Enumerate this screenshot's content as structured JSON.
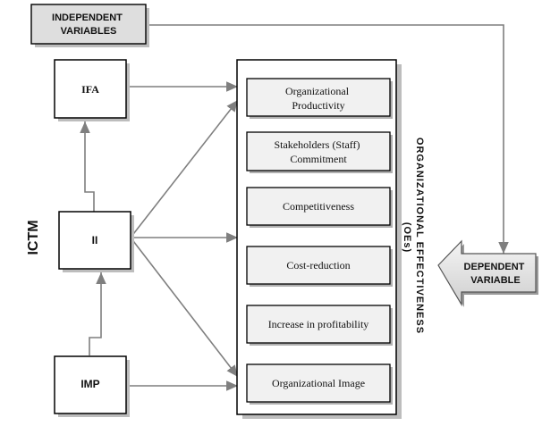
{
  "independent_label": [
    "INDEPENDENT",
    "VARIABLES"
  ],
  "dependent_label": [
    "DEPENDENT",
    "VARIABLE"
  ],
  "group_label": "ICTM",
  "nodes": {
    "ifa": "IFA",
    "ii": "II",
    "imp": "IMP"
  },
  "outcomes_title": [
    "ORGANIZATIONAL EFFECTIVENESS",
    "(OEs)"
  ],
  "outcomes": [
    [
      "Organizational",
      "Productivity"
    ],
    [
      "Stakeholders (Staff)",
      "Commitment"
    ],
    [
      "Competitiveness"
    ],
    [
      "Cost-reduction"
    ],
    [
      "Increase in profitability"
    ],
    [
      "Organizational Image"
    ]
  ],
  "colors": {
    "line": "#7f7f7f",
    "box_stroke": "#000000",
    "box_fill": "#ffffff",
    "header_fill": "#dedede",
    "inner_fill": "#f1f1f1",
    "shadow": "#bdbdbd",
    "text": "#111111"
  }
}
